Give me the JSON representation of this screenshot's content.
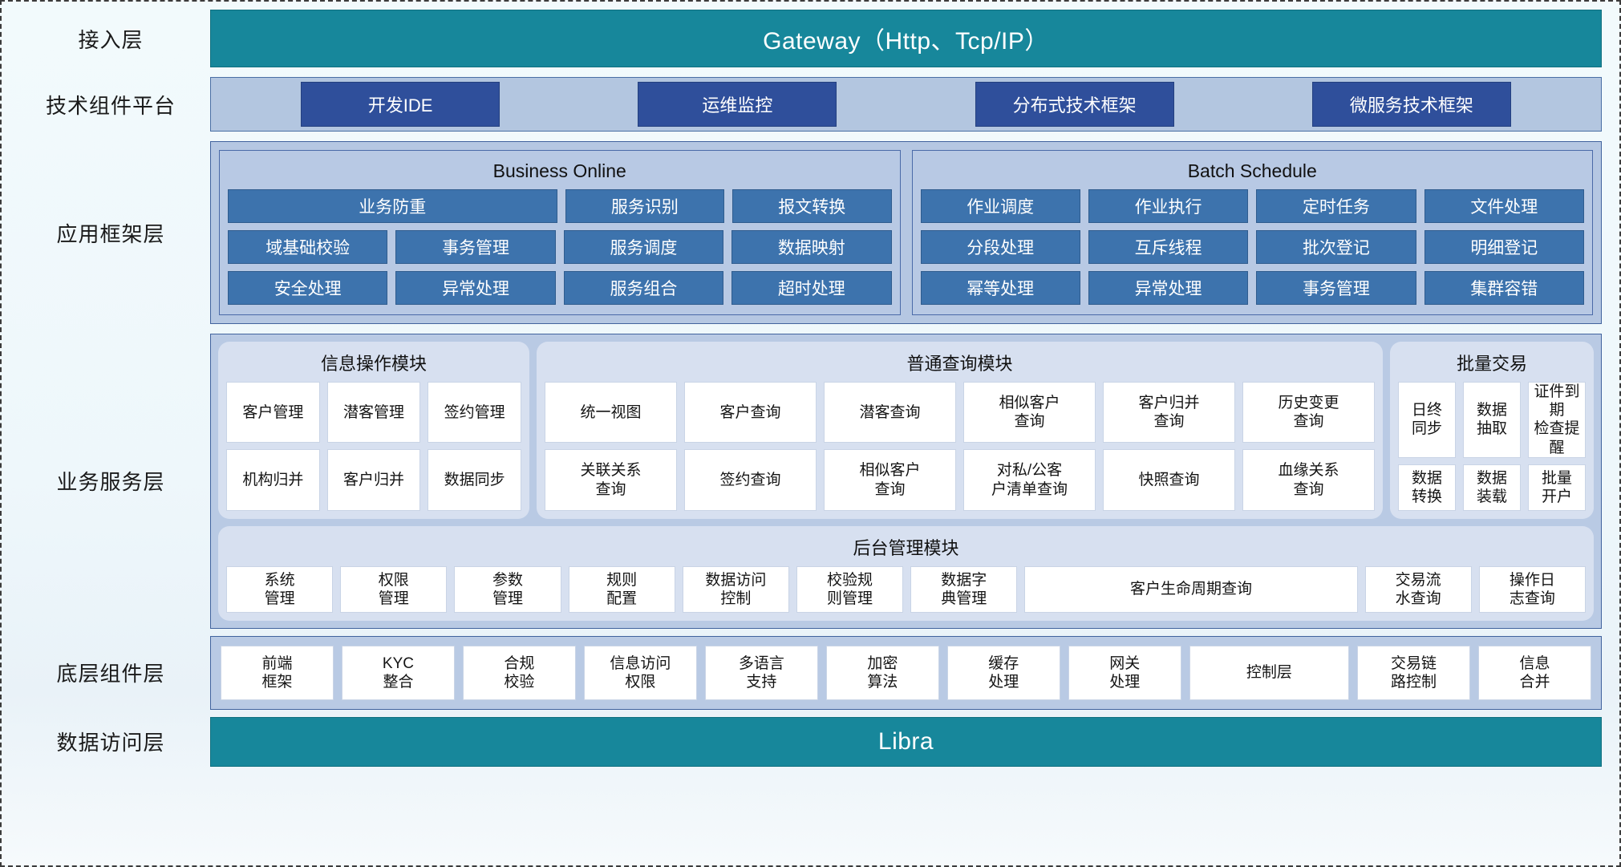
{
  "layers": {
    "access": "接入层",
    "tech_platform": "技术组件平台",
    "app_framework": "应用框架层",
    "business_service": "业务服务层",
    "base_component": "底层组件层",
    "data_access": "数据访问层"
  },
  "gateway": {
    "label": "Gateway（Http、Tcp/IP）"
  },
  "libra": {
    "label": "Libra"
  },
  "tech_chips": [
    {
      "label": "开发IDE"
    },
    {
      "label": "运维监控"
    },
    {
      "label": "分布式技术框架"
    },
    {
      "label": "微服务技术框架"
    }
  ],
  "framework": {
    "business_online": {
      "title": "Business Online",
      "rows": [
        [
          {
            "label": "业务防重",
            "span": 2
          },
          {
            "label": "服务识别",
            "span": 1
          },
          {
            "label": "报文转换",
            "span": 1
          }
        ],
        [
          {
            "label": "域基础校验",
            "span": 1
          },
          {
            "label": "事务管理",
            "span": 1
          },
          {
            "label": "服务调度",
            "span": 1
          },
          {
            "label": "数据映射",
            "span": 1
          }
        ],
        [
          {
            "label": "安全处理",
            "span": 1
          },
          {
            "label": "异常处理",
            "span": 1
          },
          {
            "label": "服务组合",
            "span": 1
          },
          {
            "label": "超时处理",
            "span": 1
          }
        ]
      ]
    },
    "batch_schedule": {
      "title": "Batch Schedule",
      "rows": [
        [
          {
            "label": "作业调度",
            "span": 1
          },
          {
            "label": "作业执行",
            "span": 1
          },
          {
            "label": "定时任务",
            "span": 1
          },
          {
            "label": "文件处理",
            "span": 1
          }
        ],
        [
          {
            "label": "分段处理",
            "span": 1
          },
          {
            "label": "互斥线程",
            "span": 1
          },
          {
            "label": "批次登记",
            "span": 1
          },
          {
            "label": "明细登记",
            "span": 1
          }
        ],
        [
          {
            "label": "幂等处理",
            "span": 1
          },
          {
            "label": "异常处理",
            "span": 1
          },
          {
            "label": "事务管理",
            "span": 1
          },
          {
            "label": "集群容错",
            "span": 1
          }
        ]
      ]
    }
  },
  "service": {
    "info_module": {
      "title": "信息操作模块",
      "rows": [
        [
          "客户管理",
          "潜客管理",
          "签约管理"
        ],
        [
          "机构归并",
          "客户归并",
          "数据同步"
        ]
      ]
    },
    "query_module": {
      "title": "普通查询模块",
      "rows": [
        [
          "统一视图",
          "客户查询",
          "潜客查询",
          "相似客户\n查询",
          "客户归并\n查询",
          "历史变更\n查询"
        ],
        [
          "关联关系\n查询",
          "签约查询",
          "相似客户\n查询",
          "对私/公客\n户清单查询",
          "快照查询",
          "血缘关系\n查询"
        ]
      ]
    },
    "batch_module": {
      "title": "批量交易",
      "rows": [
        [
          "日终\n同步",
          "数据\n抽取",
          "证件到期\n检查提醒"
        ],
        [
          "数据\n转换",
          "数据\n装载",
          "批量\n开户"
        ]
      ]
    },
    "admin_module": {
      "title": "后台管理模块",
      "cells": [
        {
          "label": "系统\n管理",
          "grow": false
        },
        {
          "label": "权限\n管理",
          "grow": false
        },
        {
          "label": "参数\n管理",
          "grow": false
        },
        {
          "label": "规则\n配置",
          "grow": false
        },
        {
          "label": "数据访问\n控制",
          "grow": false
        },
        {
          "label": "校验规\n则管理",
          "grow": false
        },
        {
          "label": "数据字\n典管理",
          "grow": false
        },
        {
          "label": "客户生命周期查询",
          "grow": true
        },
        {
          "label": "交易流\n水查询",
          "grow": false
        },
        {
          "label": "操作日\n志查询",
          "grow": false
        }
      ]
    }
  },
  "base_components": [
    {
      "label": "前端\n框架",
      "grow": false
    },
    {
      "label": "KYC\n整合",
      "grow": false
    },
    {
      "label": "合规\n校验",
      "grow": false
    },
    {
      "label": "信息访问\n权限",
      "grow": false
    },
    {
      "label": "多语言\n支持",
      "grow": false
    },
    {
      "label": "加密\n算法",
      "grow": false
    },
    {
      "label": "缓存\n处理",
      "grow": false
    },
    {
      "label": "网关\n处理",
      "grow": false
    },
    {
      "label": "控制层",
      "grow": true
    },
    {
      "label": "交易链\n路控制",
      "grow": false
    },
    {
      "label": "信息\n合并",
      "grow": false
    }
  ],
  "colors": {
    "teal": "#17879b",
    "navy_chip": "#2f4f9b",
    "tech_strip": "#b3c6e0",
    "panel": "#b5c7e2",
    "framework_cell": "#3d73ad",
    "card": "#d7e0f0",
    "cell": "#ffffff"
  }
}
